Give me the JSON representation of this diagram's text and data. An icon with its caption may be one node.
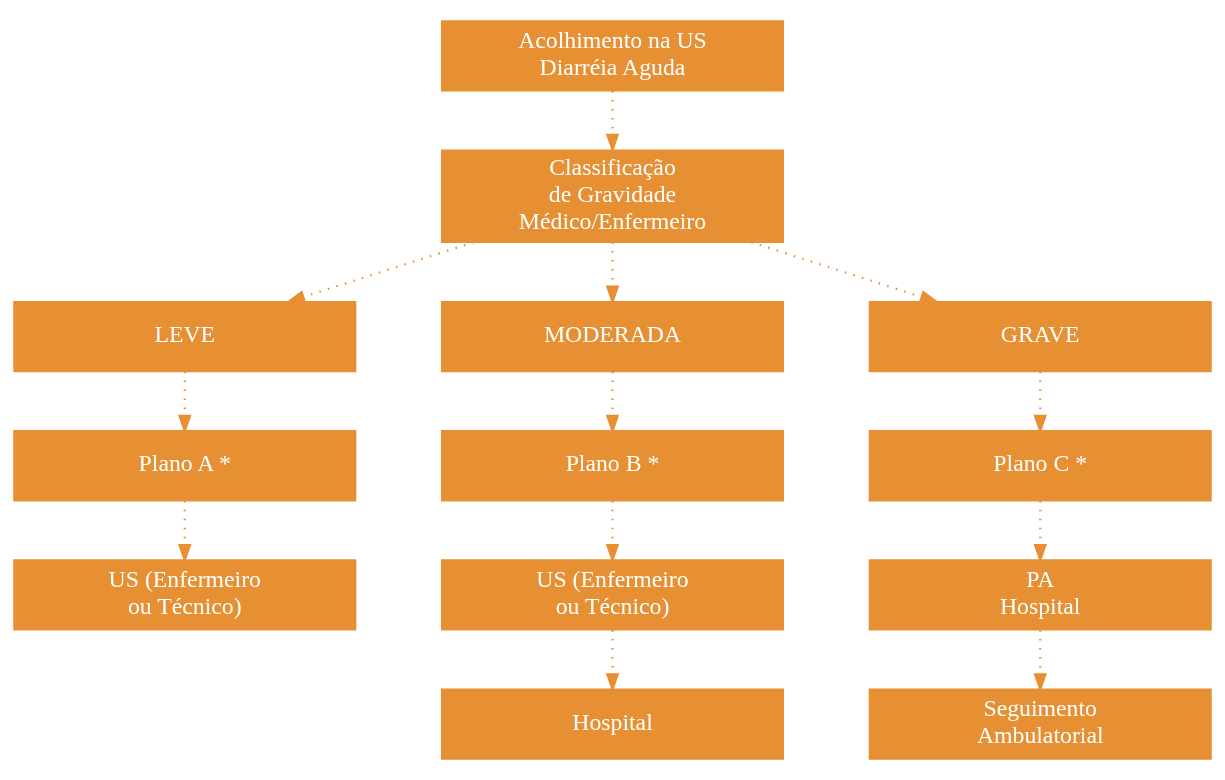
{
  "diagram": {
    "nodes": [
      {
        "text": [
          "Acolhimento na US",
          "Diarréia Aguda"
        ]
      },
      {
        "text": [
          "Classificação de Gravidade",
          "Médico/Enfermeiro"
        ]
      },
      {
        "text": [
          "LEVE"
        ]
      },
      {
        "text": [
          "MODERADA"
        ]
      },
      {
        "text": [
          "GRAVE"
        ]
      },
      {
        "text": [
          "Plano A *"
        ]
      },
      {
        "text": [
          "Plano B *"
        ]
      },
      {
        "text": [
          "Plano C *"
        ]
      },
      {
        "text": [
          "US (Enfermeiro ou Técnico)"
        ]
      },
      {
        "text": [
          "US (Enfermeiro ou Técnico)"
        ]
      },
      {
        "text": [
          "PA",
          "Hospital"
        ]
      },
      {
        "text": [
          "Hospital"
        ]
      },
      {
        "text": [
          "Seguimento Ambulatorial"
        ]
      }
    ],
    "edges": [
      {
        "from": 0,
        "to": 1,
        "arrow": "to"
      },
      {
        "from": 1,
        "to": 2,
        "arrow": "to"
      },
      {
        "from": 1,
        "to": 3,
        "arrow": "to"
      },
      {
        "from": 1,
        "to": 4,
        "arrow": "to"
      },
      {
        "from": 2,
        "to": 5,
        "arrow": "to"
      },
      {
        "from": 3,
        "to": 6,
        "arrow": "to"
      },
      {
        "from": 4,
        "to": 7,
        "arrow": "to"
      },
      {
        "from": 5,
        "to": 8,
        "arrow": "to"
      },
      {
        "from": 6,
        "to": 9,
        "arrow": "to"
      },
      {
        "from": 7,
        "to": 10,
        "arrow": "to"
      },
      {
        "from": 9,
        "to": 11,
        "arrow": "to"
      },
      {
        "from": 10,
        "to": 12,
        "arrow": "to"
      }
    ]
  }
}
